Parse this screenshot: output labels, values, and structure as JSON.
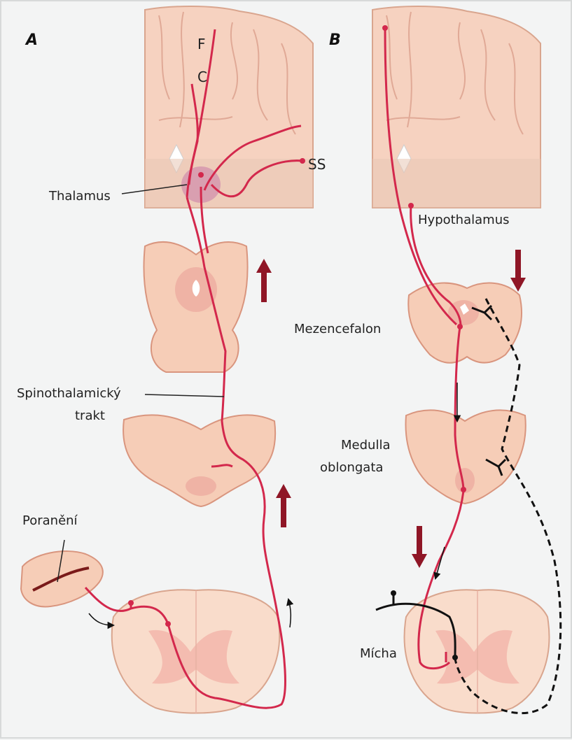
{
  "panels": {
    "a": "A",
    "b": "B"
  },
  "labels": {
    "f": "F",
    "c": "C",
    "ss": "SS",
    "thalamus": "Thalamus",
    "spinothalamic_line1": "Spinothalamický",
    "spinothalamic_line2": "trakt",
    "injury": "Poranění",
    "hypothalamus": "Hypothalamus",
    "mesencephalon": "Mezencefalon",
    "medulla_line1": "Medulla",
    "medulla_line2": "oblongata",
    "spinal_cord": "Mícha"
  },
  "colors": {
    "background": "#f3f4f4",
    "tissue": "#f6cdb7",
    "tissue_edge": "#d9957e",
    "grey_matter": "#efb3a5",
    "pathway": "#d3284c",
    "arrow": "#8f1626",
    "descending_inhibitory": "#111111"
  }
}
